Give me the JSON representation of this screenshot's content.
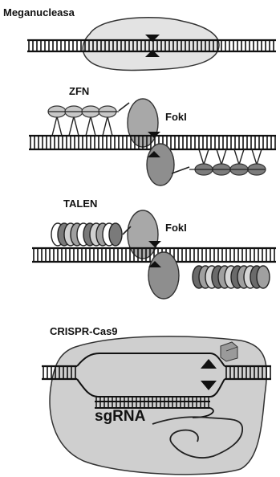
{
  "panels": {
    "meganuclease": {
      "title": "Meganucleasa"
    },
    "zfn": {
      "title": "ZFN",
      "enzyme": "FokI"
    },
    "talen": {
      "title": "TALEN",
      "enzyme": "FokI"
    },
    "crispr": {
      "title": "CRISPR-Cas9",
      "guide": "sgRNA"
    }
  },
  "colors": {
    "ink": "#111111",
    "protein_light": "#d2d2d2",
    "protein_mid": "#a8a8a8",
    "protein_dark": "#7a7a7a",
    "cas9_body": "#c9c9c9",
    "zinc_finger_light": "#c8c8c8",
    "zinc_finger_dark": "#7d7d7d"
  },
  "icons": {
    "cut_marker": "double-triangle",
    "pam_box": "small-square"
  }
}
